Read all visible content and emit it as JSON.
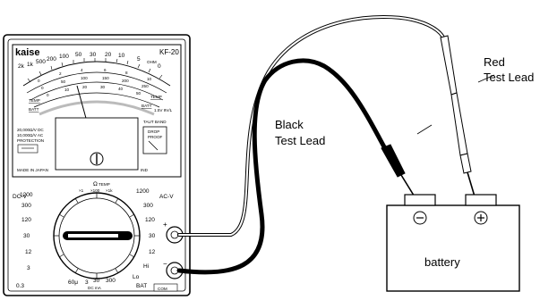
{
  "meter": {
    "brand": "kaise",
    "model": "KF-20",
    "scale_words": {
      "ohm": "OHM",
      "temp_left": "TEMP",
      "batt_left": "BATT",
      "temp_right": "TEMP",
      "batt_right": "BATT",
      "taut_band": "TAUT BAND",
      "drop_proof_1": "DROP",
      "drop_proof_2": "PROOF",
      "sens_1": "20,000Ω/V DC",
      "sens_2": "10,000Ω/V AC",
      "protection": "PROTECTION",
      "made_in": "MADE IN JAPAN",
      "fine_ranges": "1.5V 9V/L"
    },
    "arc_ticks_outer": [
      "2k",
      "1k",
      "500",
      "200",
      "100",
      "50",
      "30",
      "20",
      "10",
      "5",
      "0"
    ],
    "arc_ticks_mid": [
      "0",
      "2",
      "4",
      "6",
      "8",
      "10"
    ],
    "arc_ticks_mid2": [
      "0",
      "50",
      "100",
      "150",
      "200",
      "250"
    ],
    "arc_ticks_inner": [
      "0",
      "10",
      "20",
      "30",
      "40",
      "50"
    ],
    "dial": {
      "dc_label": "DC-V",
      "ac_label": "AC-V",
      "left_ranges": [
        "1200",
        "300",
        "120",
        "30",
        "12",
        "3",
        "0.3"
      ],
      "right_ranges": [
        "1200",
        "300",
        "120",
        "30",
        "12",
        "Hi",
        "Lo"
      ],
      "top_label": "Ω",
      "top_temp": "TEMP",
      "top_mults": [
        "×1",
        "×100",
        "×1k"
      ],
      "bottom_ranges": [
        "60μ",
        "3",
        "30",
        "300"
      ],
      "bottom_label": "DC mA",
      "bat_label": "BAT",
      "plus_jack": "+",
      "minus_jack": "−",
      "com_label": "COM"
    }
  },
  "labels": {
    "red_1": "Red",
    "red_2": "Test Lead",
    "black_1": "Black",
    "black_2": "Test Lead"
  },
  "battery": {
    "label": "battery",
    "neg_symbol": "⊖",
    "pos_symbol": "⊕"
  }
}
